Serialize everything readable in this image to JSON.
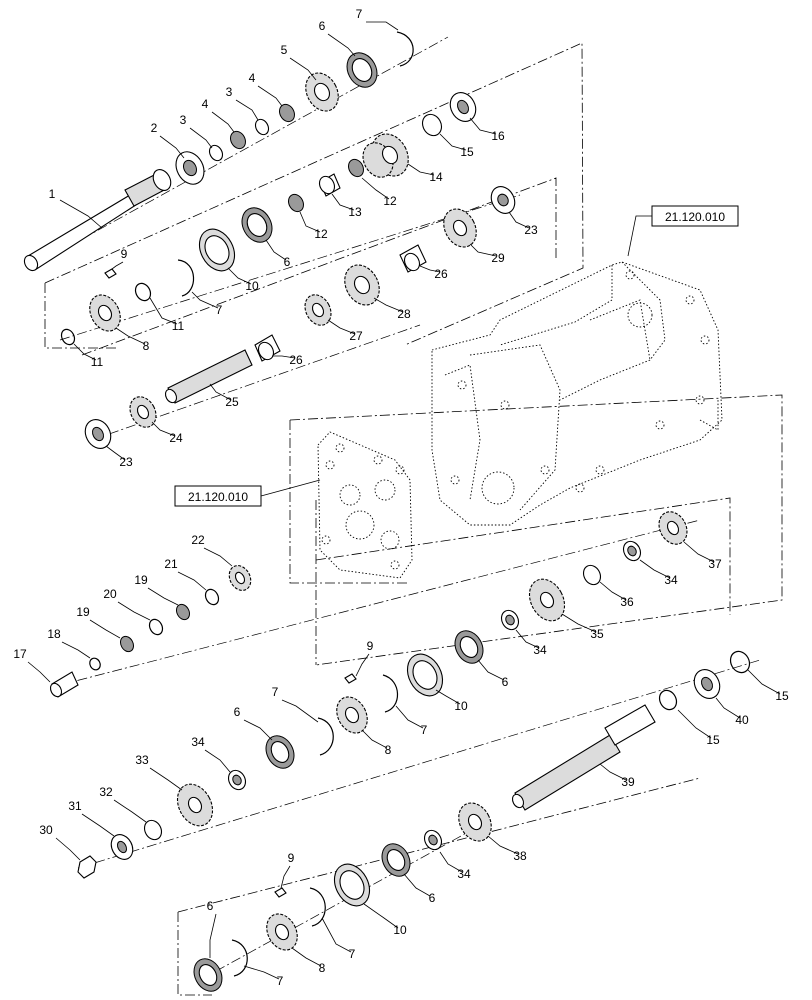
{
  "diagram": {
    "reference_labels": [
      "21.120.010",
      "21.120.010"
    ],
    "callouts": [
      {
        "id": "c1",
        "text": "1"
      },
      {
        "id": "c2",
        "text": "2"
      },
      {
        "id": "c3a",
        "text": "3"
      },
      {
        "id": "c3b",
        "text": "3"
      },
      {
        "id": "c4a",
        "text": "4"
      },
      {
        "id": "c4b",
        "text": "4"
      },
      {
        "id": "c5",
        "text": "5"
      },
      {
        "id": "c6a",
        "text": "6"
      },
      {
        "id": "c7a",
        "text": "7"
      },
      {
        "id": "c16",
        "text": "16"
      },
      {
        "id": "c15a",
        "text": "15"
      },
      {
        "id": "c14",
        "text": "14"
      },
      {
        "id": "c12a",
        "text": "12"
      },
      {
        "id": "c13",
        "text": "13"
      },
      {
        "id": "c12b",
        "text": "12"
      },
      {
        "id": "c23a",
        "text": "23"
      },
      {
        "id": "c29",
        "text": "29"
      },
      {
        "id": "c26a",
        "text": "26"
      },
      {
        "id": "c6b",
        "text": "6"
      },
      {
        "id": "c10a",
        "text": "10"
      },
      {
        "id": "c9a",
        "text": "9"
      },
      {
        "id": "c7b",
        "text": "7"
      },
      {
        "id": "c11a",
        "text": "11"
      },
      {
        "id": "c8a",
        "text": "8"
      },
      {
        "id": "c11b",
        "text": "11"
      },
      {
        "id": "c28",
        "text": "28"
      },
      {
        "id": "c27",
        "text": "27"
      },
      {
        "id": "c26b",
        "text": "26"
      },
      {
        "id": "c25",
        "text": "25"
      },
      {
        "id": "c24",
        "text": "24"
      },
      {
        "id": "c23b",
        "text": "23"
      },
      {
        "id": "c22",
        "text": "22"
      },
      {
        "id": "c21",
        "text": "21"
      },
      {
        "id": "c19a",
        "text": "19"
      },
      {
        "id": "c20",
        "text": "20"
      },
      {
        "id": "c19b",
        "text": "19"
      },
      {
        "id": "c18",
        "text": "18"
      },
      {
        "id": "c17",
        "text": "17"
      },
      {
        "id": "c37",
        "text": "37"
      },
      {
        "id": "c34a",
        "text": "34"
      },
      {
        "id": "c36",
        "text": "36"
      },
      {
        "id": "c35",
        "text": "35"
      },
      {
        "id": "c34b",
        "text": "34"
      },
      {
        "id": "c9b",
        "text": "9"
      },
      {
        "id": "c6c",
        "text": "6"
      },
      {
        "id": "c10b",
        "text": "10"
      },
      {
        "id": "c15b",
        "text": "15"
      },
      {
        "id": "c40",
        "text": "40"
      },
      {
        "id": "c15c",
        "text": "15"
      },
      {
        "id": "c7c",
        "text": "7"
      },
      {
        "id": "c7d",
        "text": "7"
      },
      {
        "id": "c8b",
        "text": "8"
      },
      {
        "id": "c6d",
        "text": "6"
      },
      {
        "id": "c34c",
        "text": "34"
      },
      {
        "id": "c33",
        "text": "33"
      },
      {
        "id": "c39",
        "text": "39"
      },
      {
        "id": "c32",
        "text": "32"
      },
      {
        "id": "c31",
        "text": "31"
      },
      {
        "id": "c30",
        "text": "30"
      },
      {
        "id": "c38",
        "text": "38"
      },
      {
        "id": "c34d",
        "text": "34"
      },
      {
        "id": "c6e",
        "text": "6"
      },
      {
        "id": "c10c",
        "text": "10"
      },
      {
        "id": "c9c",
        "text": "9"
      },
      {
        "id": "c6f",
        "text": "6"
      },
      {
        "id": "c7e",
        "text": "7"
      },
      {
        "id": "c8c",
        "text": "8"
      },
      {
        "id": "c7f",
        "text": "7"
      }
    ]
  }
}
